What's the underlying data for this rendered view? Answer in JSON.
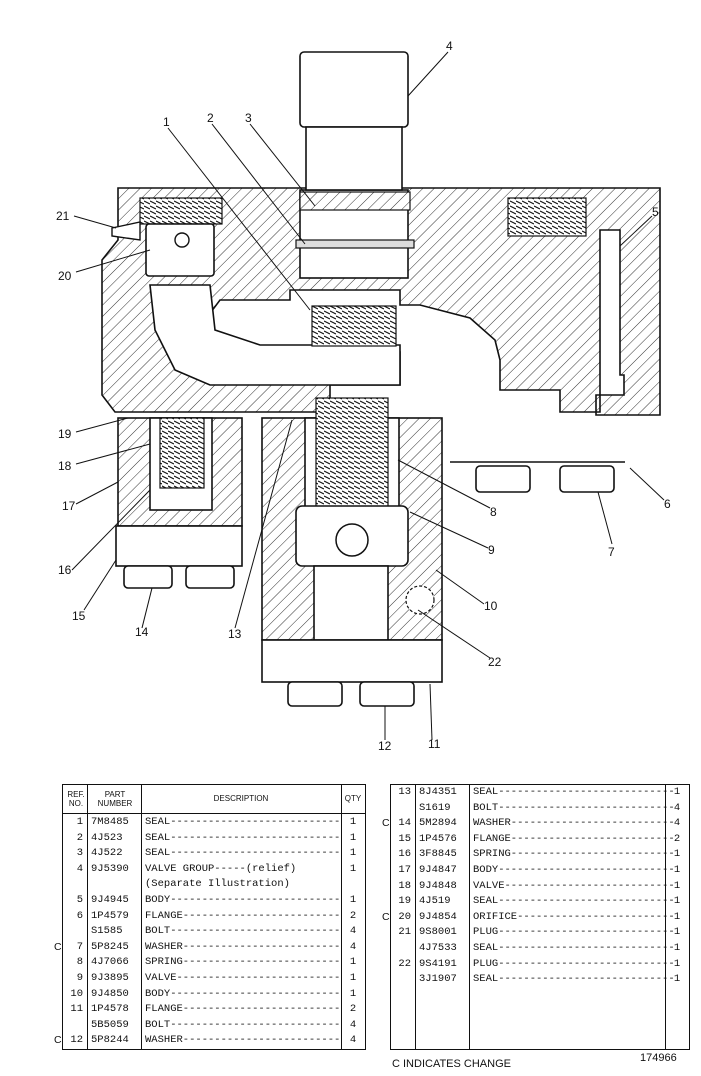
{
  "callouts": [
    "1",
    "2",
    "3",
    "4",
    "5",
    "6",
    "7",
    "8",
    "9",
    "10",
    "11",
    "12",
    "13",
    "14",
    "15",
    "16",
    "17",
    "18",
    "19",
    "20",
    "21",
    "22"
  ],
  "table_headers": {
    "ref": "REF. NO.",
    "part": "PART NUMBER",
    "desc": "DESCRIPTION",
    "qty": "QTY"
  },
  "left_rows": [
    {
      "flag": "",
      "ref": "1",
      "part": "7M8485",
      "desc": "SEAL---------------------------",
      "qty": "1"
    },
    {
      "flag": "",
      "ref": "2",
      "part": "4J523",
      "desc": "SEAL---------------------------",
      "qty": "1"
    },
    {
      "flag": "",
      "ref": "3",
      "part": "4J522",
      "desc": "SEAL---------------------------",
      "qty": "1"
    },
    {
      "flag": "",
      "ref": "4",
      "part": "9J5390",
      "desc": "VALVE GROUP-----(relief)",
      "qty": "1"
    },
    {
      "flag": "",
      "ref": "",
      "part": "",
      "desc": "    (Separate Illustration)",
      "qty": ""
    },
    {
      "flag": "",
      "ref": "5",
      "part": "9J4945",
      "desc": "BODY---------------------------",
      "qty": "1"
    },
    {
      "flag": "",
      "ref": "6",
      "part": "1P4579",
      "desc": "FLANGE-------------------------",
      "qty": "2"
    },
    {
      "flag": "",
      "ref": "",
      "part": "S1585",
      "desc": "BOLT---------------------------",
      "qty": "4"
    },
    {
      "flag": "C",
      "ref": "7",
      "part": "5P8245",
      "desc": "WASHER-------------------------",
      "qty": "4"
    },
    {
      "flag": "",
      "ref": "8",
      "part": "4J7066",
      "desc": "SPRING-------------------------",
      "qty": "1"
    },
    {
      "flag": "",
      "ref": "9",
      "part": "9J3895",
      "desc": "VALVE--------------------------",
      "qty": "1"
    },
    {
      "flag": "",
      "ref": "10",
      "part": "9J4850",
      "desc": "BODY---------------------------",
      "qty": "1"
    },
    {
      "flag": "",
      "ref": "11",
      "part": "1P4578",
      "desc": "FLANGE-------------------------",
      "qty": "2"
    },
    {
      "flag": "",
      "ref": "",
      "part": "5B5059",
      "desc": "BOLT---------------------------",
      "qty": "4"
    },
    {
      "flag": "C",
      "ref": "12",
      "part": "5P8244",
      "desc": "WASHER-------------------------",
      "qty": "4"
    }
  ],
  "right_rows": [
    {
      "flag": "",
      "ref": "13",
      "part": "8J4351",
      "desc": "SEAL----------------------------",
      "qty": "1"
    },
    {
      "flag": "",
      "ref": "",
      "part": "S1619",
      "desc": "BOLT----------------------------",
      "qty": "4"
    },
    {
      "flag": "C",
      "ref": "14",
      "part": "5M2894",
      "desc": "WASHER--------------------------",
      "qty": "4"
    },
    {
      "flag": "",
      "ref": "15",
      "part": "1P4576",
      "desc": "FLANGE--------------------------",
      "qty": "2"
    },
    {
      "flag": "",
      "ref": "16",
      "part": "3F8845",
      "desc": "SPRING--------------------------",
      "qty": "1"
    },
    {
      "flag": "",
      "ref": "17",
      "part": "9J4847",
      "desc": "BODY----------------------------",
      "qty": "1"
    },
    {
      "flag": "",
      "ref": "18",
      "part": "9J4848",
      "desc": "VALVE---------------------------",
      "qty": "1"
    },
    {
      "flag": "",
      "ref": "19",
      "part": "4J519",
      "desc": "SEAL----------------------------",
      "qty": "1"
    },
    {
      "flag": "C",
      "ref": "20",
      "part": "9J4854",
      "desc": "ORIFICE-------------------------",
      "qty": "1"
    },
    {
      "flag": "",
      "ref": "21",
      "part": "9S8001",
      "desc": "PLUG----------------------------",
      "qty": "1"
    },
    {
      "flag": "",
      "ref": "",
      "part": "4J7533",
      "desc": "SEAL----------------------------",
      "qty": "1"
    },
    {
      "flag": "",
      "ref": "22",
      "part": "9S4191",
      "desc": "PLUG----------------------------",
      "qty": "1"
    },
    {
      "flag": "",
      "ref": "",
      "part": "3J1907",
      "desc": "SEAL----------------------------",
      "qty": "1"
    }
  ],
  "footer_note": "C INDICATES CHANGE",
  "drawing_id": "174966"
}
